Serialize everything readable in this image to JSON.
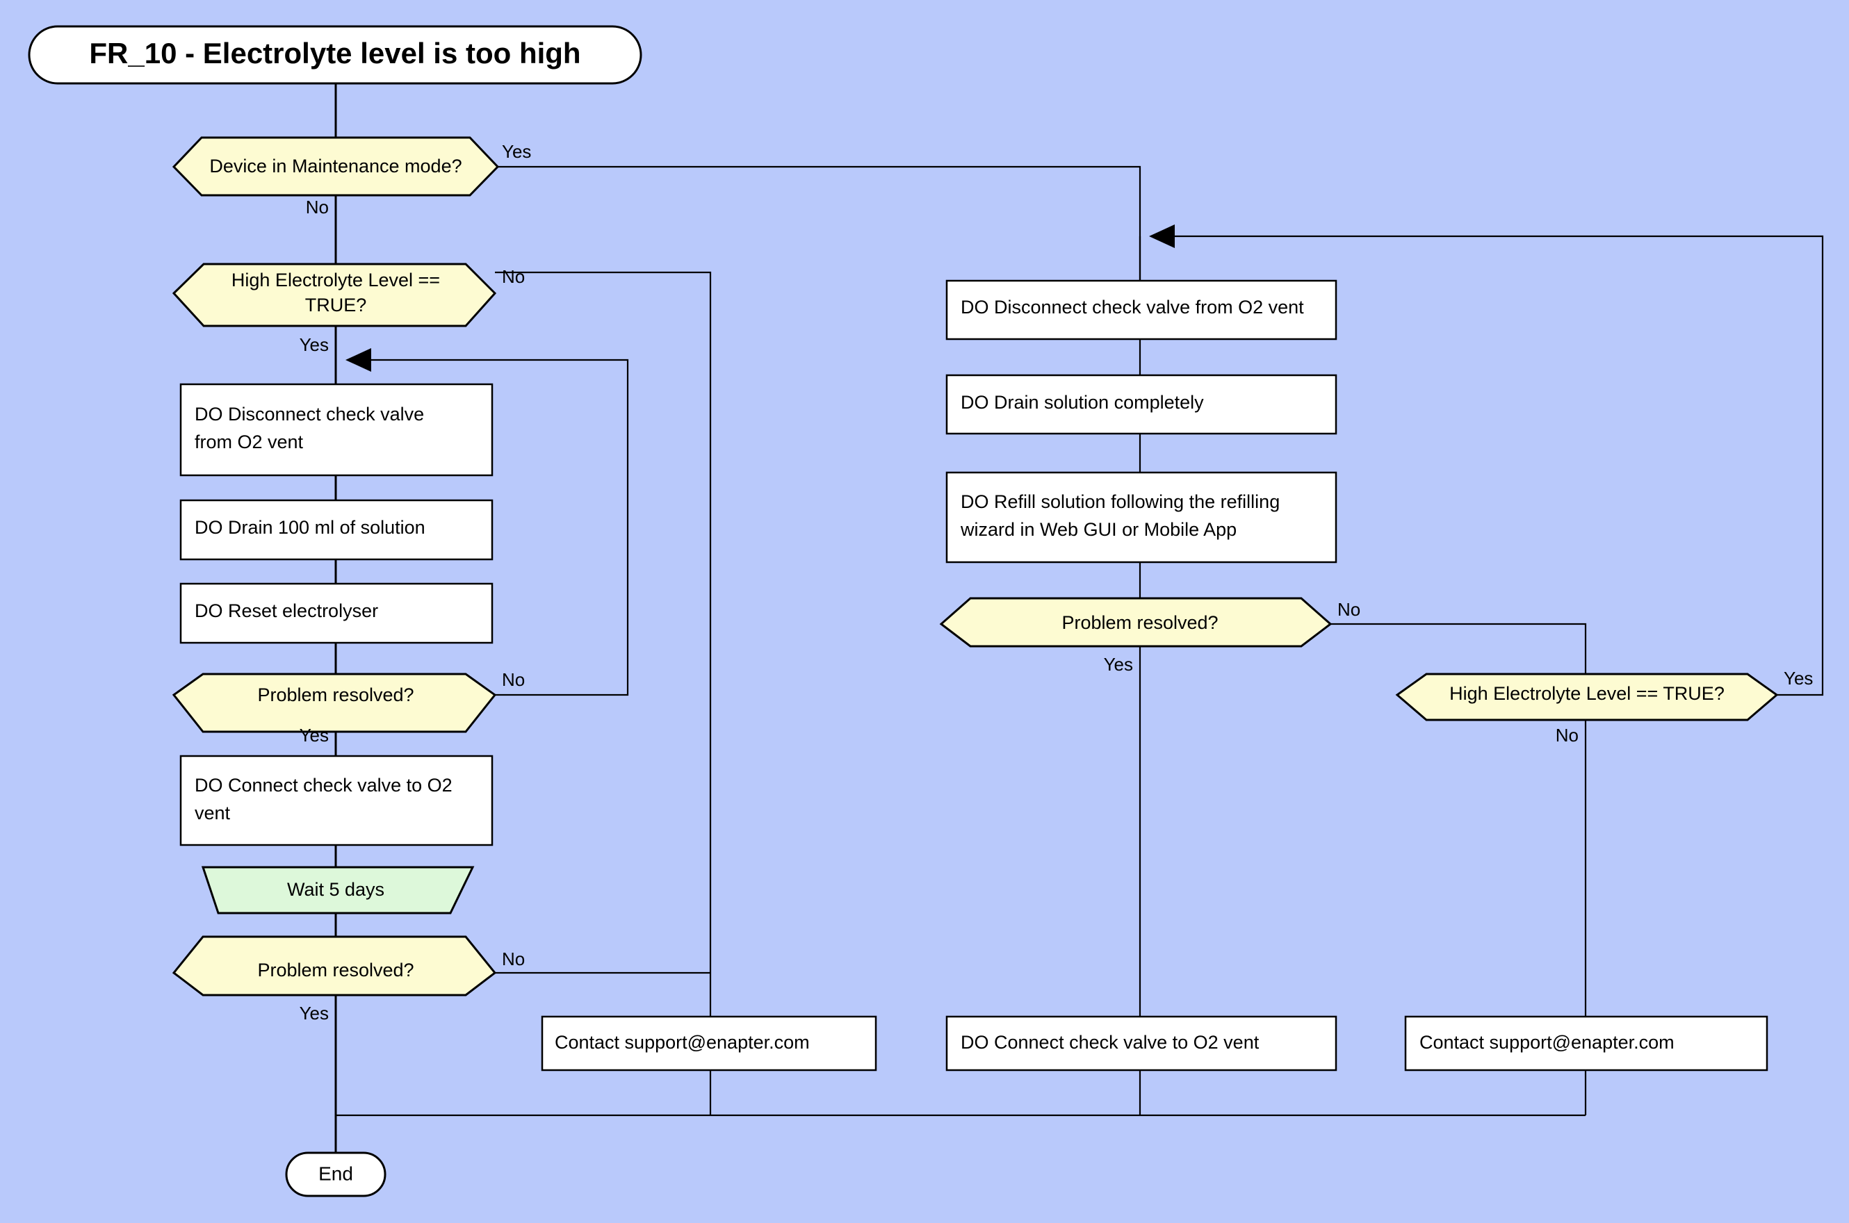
{
  "diagram": {
    "title": "FR_10 - Electrolyte level is too high",
    "background_color": "#b9c9fb",
    "decision_color": "#fdfbd2",
    "process_color": "#ffffff",
    "delay_color": "#ddf8da",
    "line_color": "#000000"
  },
  "nodes": {
    "start": {
      "label": "FR_10 - Electrolyte level is too high",
      "type": "terminator"
    },
    "d_maintenance": {
      "label": "Device in Maintenance mode?",
      "type": "decision"
    },
    "d_high_level_left": {
      "label": "High Electrolyte Level == TRUE?",
      "line1": "High Electrolyte Level ==",
      "line2": "TRUE?",
      "type": "decision"
    },
    "p_disconnect_left": {
      "label": "DO Disconnect check valve from O2 vent",
      "line1": "DO Disconnect check valve",
      "line2": "from O2 vent",
      "type": "process"
    },
    "p_drain_100": {
      "label": "DO Drain 100 ml of solution",
      "type": "process"
    },
    "p_reset": {
      "label": "DO Reset electrolyser",
      "type": "process"
    },
    "d_resolved_1": {
      "label": "Problem resolved?",
      "type": "decision"
    },
    "p_connect_left": {
      "label": "DO Connect check valve to O2 vent",
      "line1": "DO Connect check valve to O2",
      "line2": "vent",
      "type": "process"
    },
    "p_wait": {
      "label": "Wait 5 days",
      "type": "delay"
    },
    "d_resolved_2": {
      "label": "Problem resolved?",
      "type": "decision"
    },
    "p_contact_left": {
      "label": "Contact support@enapter.com",
      "type": "process"
    },
    "end": {
      "label": "End",
      "type": "terminator"
    },
    "p_disconnect_right": {
      "label": "DO Disconnect check valve from O2 vent",
      "type": "process"
    },
    "p_drain_full": {
      "label": "DO Drain solution completely",
      "type": "process"
    },
    "p_refill": {
      "label": "DO Refill solution following the refilling wizard in Web GUI or Mobile App",
      "line1": "DO Refill solution following the refilling",
      "line2": "wizard in Web GUI or Mobile App",
      "type": "process"
    },
    "d_resolved_3": {
      "label": "Problem resolved?",
      "type": "decision"
    },
    "d_high_level_right": {
      "label": "High Electrolyte Level == TRUE?",
      "type": "decision"
    },
    "p_connect_right": {
      "label": "DO Connect check valve to O2 vent",
      "type": "process"
    },
    "p_contact_right": {
      "label": "Contact support@enapter.com",
      "type": "process"
    }
  },
  "edge_labels": {
    "maintenance_yes": "Yes",
    "maintenance_no": "No",
    "high_level_left_no": "No",
    "high_level_left_yes": "Yes",
    "resolved_1_no": "No",
    "resolved_1_yes": "Yes",
    "resolved_2_no": "No",
    "resolved_2_yes": "Yes",
    "resolved_3_no": "No",
    "resolved_3_yes": "Yes",
    "high_level_right_yes": "Yes",
    "high_level_right_no": "No"
  }
}
